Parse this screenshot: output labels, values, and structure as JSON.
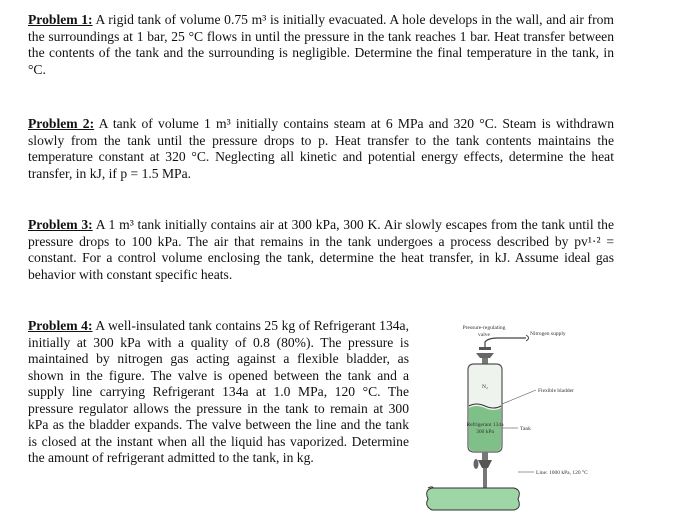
{
  "problems": [
    {
      "label": "Problem 1:",
      "text": " A rigid tank of volume 0.75 m³ is initially evacuated. A hole develops in the wall, and air from the surroundings at 1 bar, 25 °C flows in until the pressure in the tank reaches 1 bar. Heat transfer between the contents of the tank and the surrounding is negligible. Determine the final temperature in the tank, in °C."
    },
    {
      "label": "Problem 2:",
      "text": " A tank of volume 1 m³ initially contains steam at 6 MPa and 320 °C. Steam is withdrawn slowly from the tank until the pressure drops to p. Heat transfer to the tank contents maintains the temperature constant at 320 °C. Neglecting all kinetic and potential energy effects, determine the heat transfer, in kJ, if p = 1.5 MPa."
    },
    {
      "label": "Problem 3:",
      "text": " A 1 m³ tank initially contains air at 300 kPa, 300 K. Air slowly escapes from the tank until the pressure drops to 100 kPa. The air that remains in the tank undergoes a process described by pv¹·² = constant. For a control volume enclosing the tank, determine the heat transfer, in kJ. Assume ideal gas behavior with constant specific heats."
    },
    {
      "label": "Problem 4:",
      "text": " A well-insulated tank contains 25 kg of Refrigerant 134a, initially at 300 kPa with a quality of 0.8 (80%). The pressure is maintained by nitrogen gas acting against a flexible bladder, as shown in the figure. The valve is opened between the tank and a supply line carrying Refrigerant 134a at 1.0 MPa, 120 °C. The pressure regulator allows the pressure in the tank to remain at 300 kPa as the bladder expands. The valve between the line and the tank is closed at the instant when all the liquid has vaporized. Determine the amount of refrigerant admitted to the tank, in kg."
    }
  ],
  "figure": {
    "regulator_label_1": "Pressure-regulating",
    "regulator_label_2": "valve",
    "nitrogen_supply": "Nitrogen supply",
    "n2": "N₂",
    "bladder": "Flexible bladder",
    "refrigerant_1": "Refrigerant 134a",
    "refrigerant_2": "300 kPa",
    "tank": "Tank",
    "line": "Line: 1000 kPa, 120 °C"
  }
}
